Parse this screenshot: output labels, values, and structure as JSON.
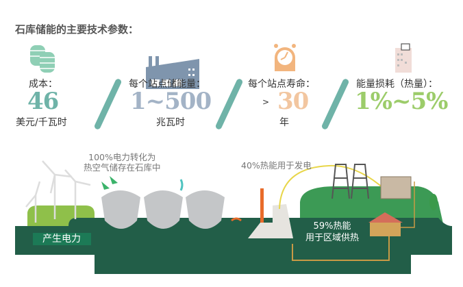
{
  "title": "石库储能的主要技术参数：",
  "metrics": [
    {
      "label": "成本：",
      "value": "46",
      "unit": "美元/千瓦时",
      "prefix": "",
      "color": "#6fb3a8",
      "icon": "coins-stack-icon"
    },
    {
      "label": "每个站点储能量：",
      "value": "1~500",
      "unit": "兆瓦时",
      "prefix": "",
      "color": "#a3b3c6",
      "icon": "factory-icon"
    },
    {
      "label": "每个站点寿命：",
      "value": "30",
      "unit": "年",
      "prefix": ">",
      "color": "#f2c6a0",
      "icon": "alarm-clock-icon"
    },
    {
      "label": "能量损耗（热量）：",
      "value": "1%~5%",
      "unit": "",
      "prefix": "",
      "color": "#9ccc6a",
      "icon": "building-icon"
    }
  ],
  "diagram": {
    "generate_label": "产生电力",
    "store_line1": "100%电力转化为",
    "store_line2": "热空气储存在石库中",
    "power_label": "40%热能用于发电",
    "heat_line1": "59%热能",
    "heat_line2": "用于区域供热"
  }
}
